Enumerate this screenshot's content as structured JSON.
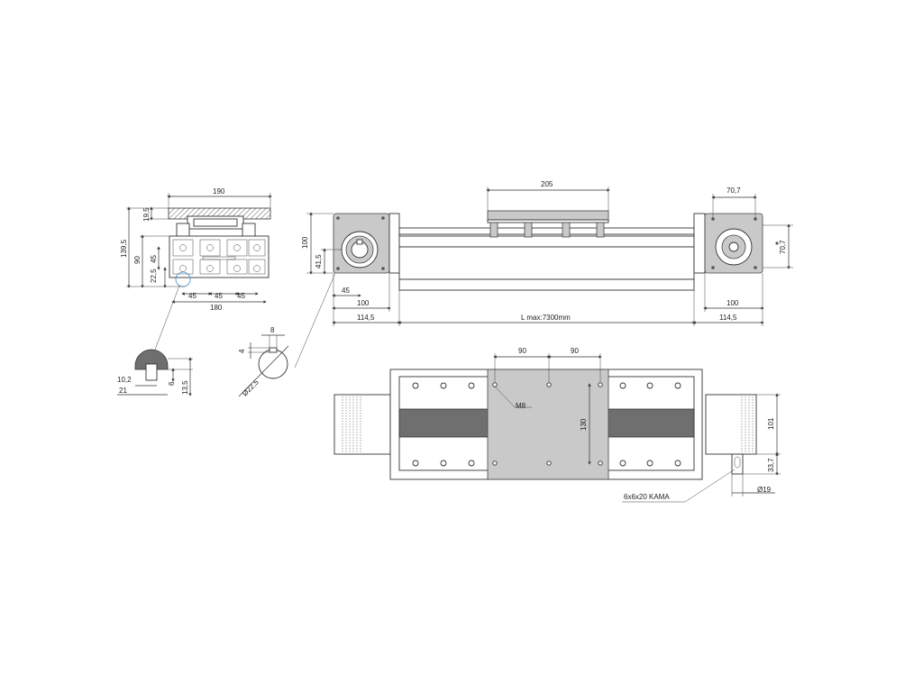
{
  "profile_section": {
    "width_top": "190",
    "height_total": "139,5",
    "height_carriage": "19,5",
    "height_profile": "90",
    "pitch_v": "45",
    "offset_v": "22,5",
    "pitch_h": [
      "45",
      "45",
      "45"
    ],
    "width_bottom": "180"
  },
  "slot_detail": {
    "width_inner": "10,2",
    "width_outer": "21",
    "depth": "6",
    "height": "13,5"
  },
  "keyway_detail": {
    "key_width": "8",
    "key_depth": "4",
    "diameter": "Ø22,5"
  },
  "front_view": {
    "carriage_length": "205",
    "left_height": "100",
    "left_center": "41,5",
    "left_offset": "45",
    "left_width": "100",
    "left_total": "114,5",
    "stroke_label": "L max:7300mm",
    "right_width_top": "70,7",
    "right_height": "70,7",
    "right_width": "100",
    "right_total": "114,5"
  },
  "top_view": {
    "hole_spacing_1": "90",
    "hole_spacing_2": "90",
    "thread": "M8",
    "hole_spacing_v": "130",
    "right_height": "101",
    "shaft_offset": "33,7",
    "shaft_diameter": "Ø19",
    "key_label": "6x6x20 KAMA"
  }
}
